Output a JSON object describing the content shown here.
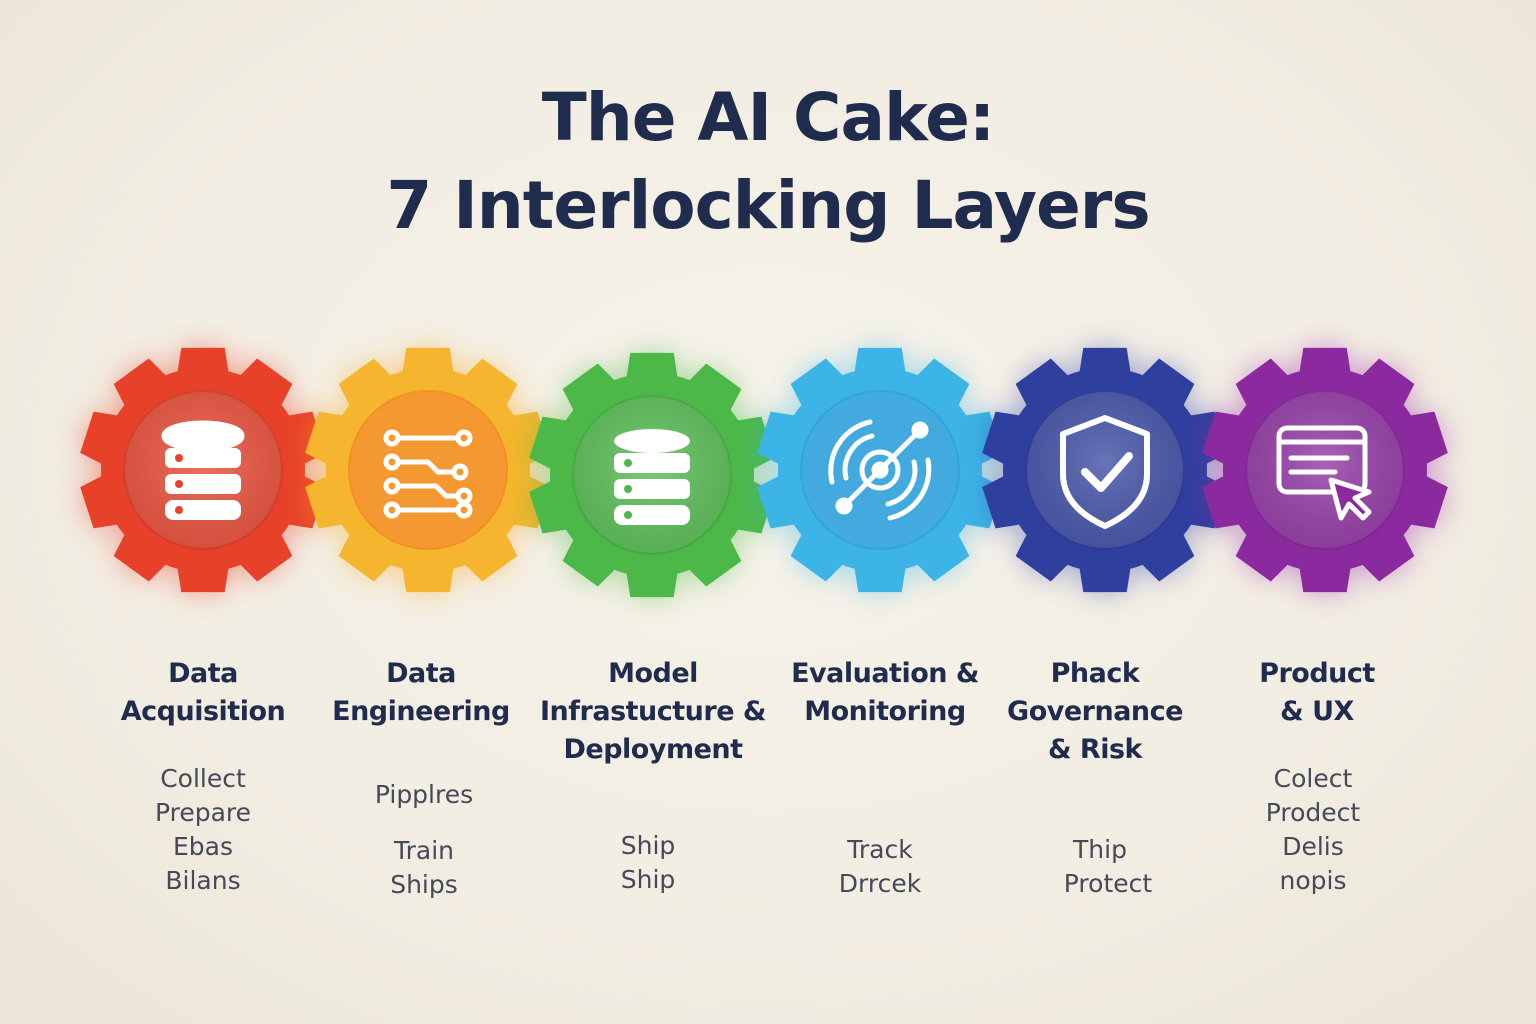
{
  "title": {
    "line1": "The AI Cake:",
    "line2": "7 Interlocking Layers"
  },
  "layers": [
    {
      "icon": "database-icon",
      "color": "#e8412a",
      "label_lines": [
        "Data",
        "Acquisition"
      ],
      "items": [
        "Collect",
        "Prepare",
        "Ebas",
        "Bilans"
      ]
    },
    {
      "icon": "circuit-icon",
      "color": "#f6a623",
      "label_lines": [
        "Data",
        "Engineering"
      ],
      "items": [
        "Pipplres",
        "Train",
        "Ships"
      ]
    },
    {
      "icon": "server-icon",
      "color": "#4cb848",
      "label_lines": [
        "Model",
        "Infrastucture &",
        "Deployment"
      ],
      "items": [
        "Ship",
        "Ship"
      ]
    },
    {
      "icon": "target-icon",
      "color": "#3cb4e6",
      "label_lines": [
        "Evaluation &",
        "Monitoring"
      ],
      "items": [
        "Track",
        "Drrcek"
      ]
    },
    {
      "icon": "shield-check-icon",
      "color": "#2f3f9e",
      "label_lines": [
        "Phack",
        "Governance",
        "& Risk"
      ],
      "items": [
        "Thip",
        "Protect"
      ]
    },
    {
      "icon": "cursor-window-icon",
      "color": "#8a2a9e",
      "label_lines": [
        "Product",
        "& UX"
      ],
      "items": [
        "Colect",
        "Prodect",
        "Delis",
        "nopis"
      ]
    }
  ]
}
